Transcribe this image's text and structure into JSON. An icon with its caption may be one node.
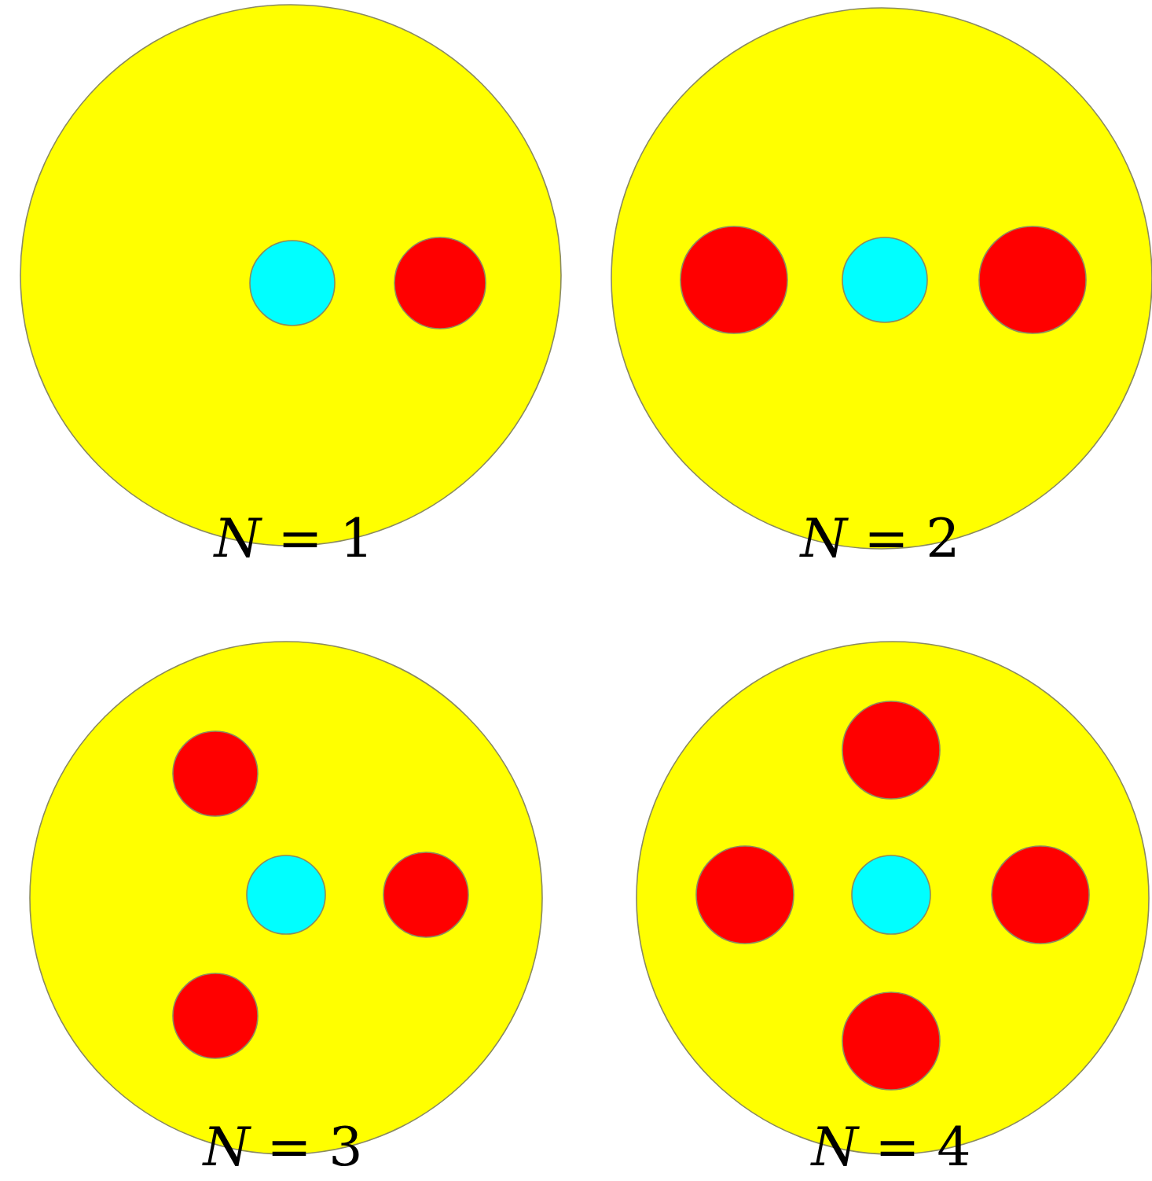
{
  "diagram": {
    "labels": [
      "*N* = 1",
      "*N* = 2",
      "*N* = 3",
      "*N* = 4"
    ]
  }
}
